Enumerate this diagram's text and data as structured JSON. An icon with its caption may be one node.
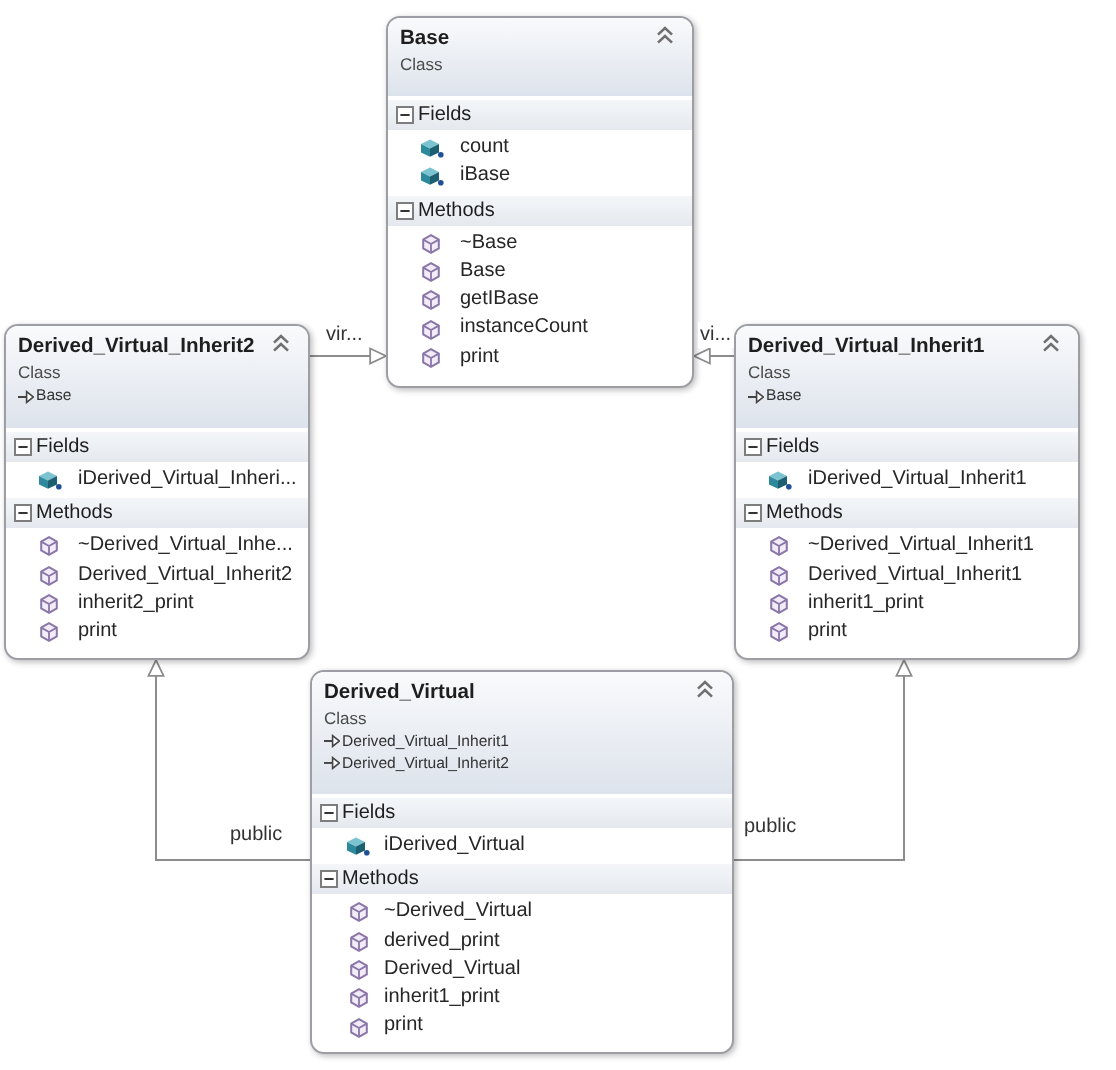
{
  "diagram": {
    "nodes": [
      {
        "text": [
          "Base",
          "Class",
          "Fields",
          "count",
          "iBase",
          "Methods",
          "~Base",
          "Base",
          "getIBase",
          "instanceCount",
          "print"
        ]
      },
      {
        "text": [
          "Derived_Virtual_Inherit2",
          "Class",
          "Base",
          "Fields",
          "iDerived_Virtual_Inheri...",
          "Methods",
          "~Derived_Virtual_Inhe...",
          "Derived_Virtual_Inherit2",
          "inherit2_print",
          "print"
        ]
      },
      {
        "text": [
          "Derived_Virtual_Inherit1",
          "Class",
          "Base",
          "Fields",
          "iDerived_Virtual_Inherit1",
          "Methods",
          "~Derived_Virtual_Inherit1",
          "Derived_Virtual_Inherit1",
          "inherit1_print",
          "print"
        ]
      },
      {
        "text": [
          "Derived_Virtual",
          "Class",
          "Derived_Virtual_Inherit1",
          "Derived_Virtual_Inherit2",
          "Fields",
          "iDerived_Virtual",
          "Methods",
          "~Derived_Virtual",
          "derived_print",
          "Derived_Virtual",
          "inherit1_print",
          "print"
        ]
      }
    ],
    "edges": [
      {
        "from": 1,
        "to": 0,
        "arrow": "to",
        "label": "vir..."
      },
      {
        "from": 2,
        "to": 0,
        "arrow": "to",
        "label": "vi..."
      },
      {
        "from": 3,
        "to": 1,
        "arrow": "to",
        "label": "public"
      },
      {
        "from": 3,
        "to": 2,
        "arrow": "to",
        "label": "public"
      }
    ]
  }
}
